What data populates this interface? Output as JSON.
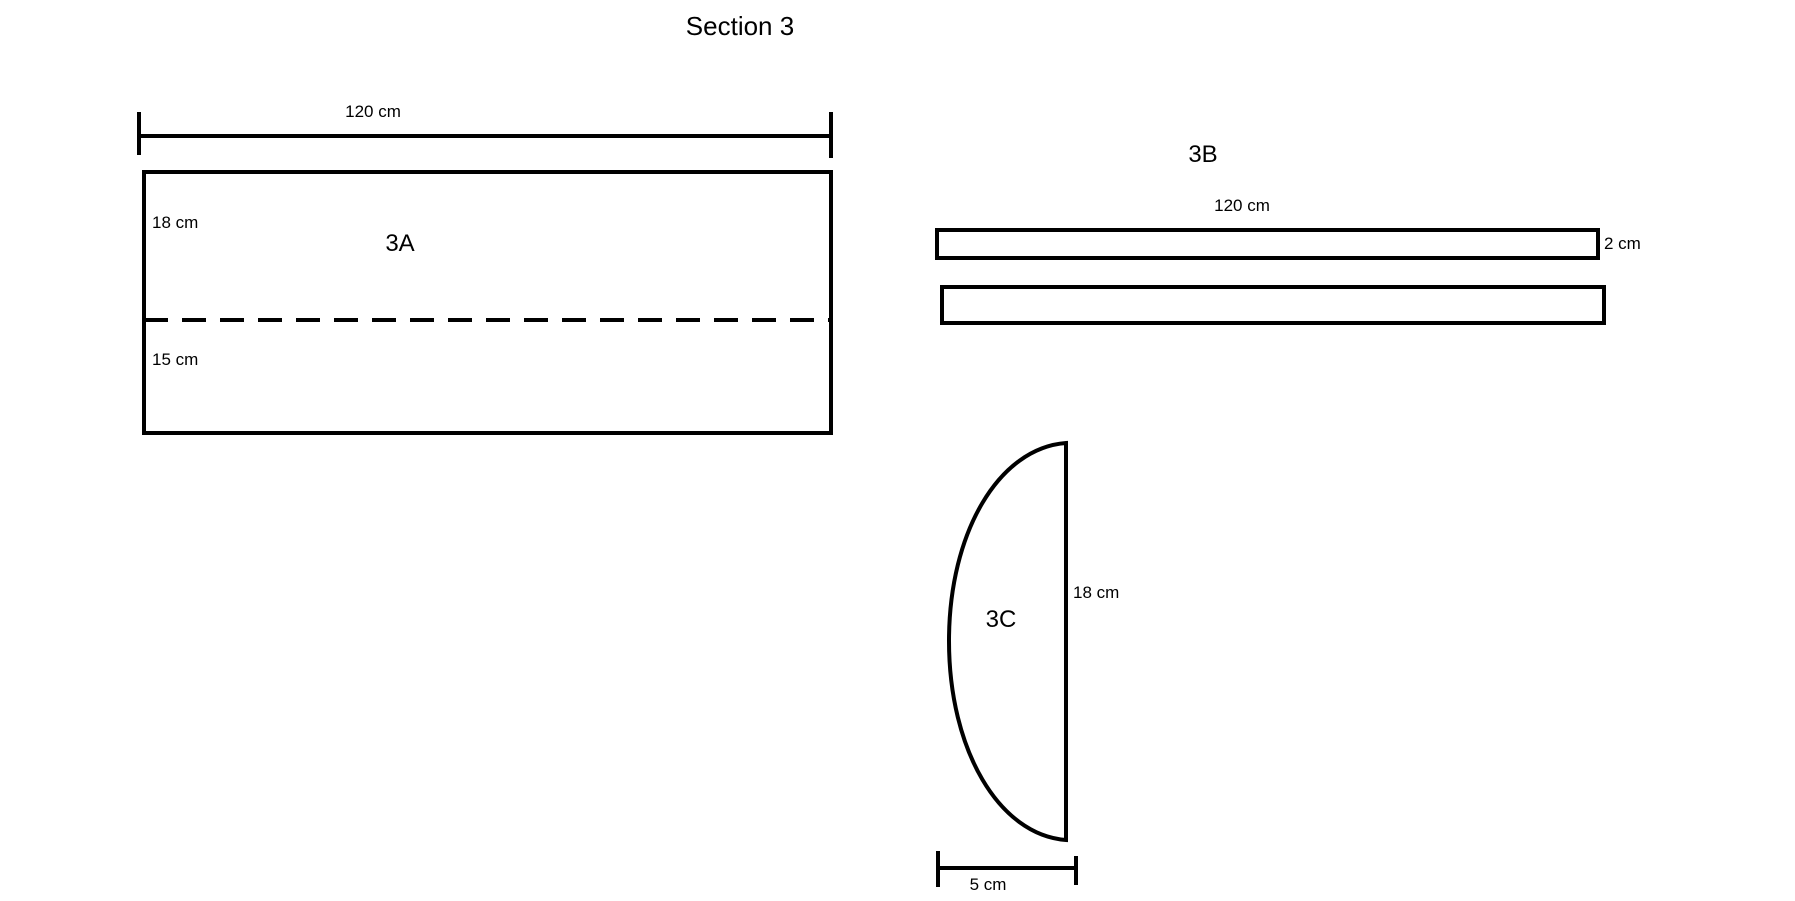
{
  "title": "Section 3",
  "pieces": {
    "a": {
      "label": "3A",
      "width_label": "120 cm",
      "top_height_label": "18 cm",
      "bottom_height_label": "15 cm"
    },
    "b": {
      "label": "3B",
      "width_label": "120 cm",
      "height_label": "2 cm"
    },
    "c": {
      "label": "3C",
      "height_label": "18 cm",
      "depth_label": "5 cm"
    }
  }
}
